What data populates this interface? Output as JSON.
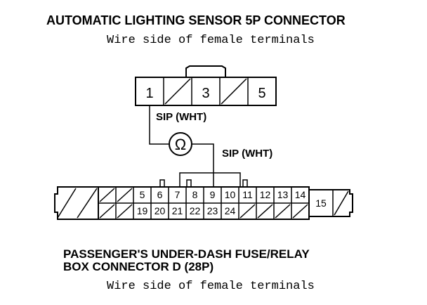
{
  "top_connector": {
    "title": "AUTOMATIC LIGHTING SENSOR 5P CONNECTOR",
    "subtitle": "Wire side of female terminals",
    "terminals": [
      "1",
      "",
      "3",
      "",
      "5"
    ]
  },
  "wire_label_top": "SIP (WHT)",
  "wire_label_bottom": "SIP (WHT)",
  "meter_symbol": "Ω",
  "bottom_connector": {
    "title_line1": "PASSENGER'S UNDER-DASH FUSE/RELAY",
    "title_line2": "BOX CONNECTOR D (28P)",
    "subtitle": "Wire side of female terminals",
    "top_row": [
      "",
      "",
      "5",
      "6",
      "7",
      "8",
      "9",
      "10",
      "11",
      "12",
      "13",
      "14"
    ],
    "bottom_row": [
      "",
      "",
      "19",
      "20",
      "21",
      "22",
      "23",
      "24",
      "",
      "",
      "",
      ""
    ],
    "side_terminal": "15"
  }
}
